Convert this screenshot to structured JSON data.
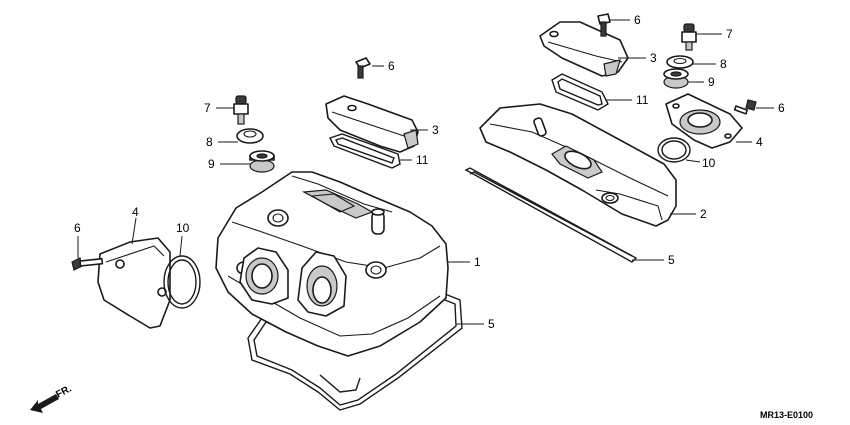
{
  "drawing_code": "MR13-E0100",
  "direction_label": "FR.",
  "callouts": [
    {
      "id": "c1",
      "text": "1"
    },
    {
      "id": "c2",
      "text": "2"
    },
    {
      "id": "c3a",
      "text": "3"
    },
    {
      "id": "c3b",
      "text": "3"
    },
    {
      "id": "c4a",
      "text": "4"
    },
    {
      "id": "c4b",
      "text": "4"
    },
    {
      "id": "c5a",
      "text": "5"
    },
    {
      "id": "c5b",
      "text": "5"
    },
    {
      "id": "c6a",
      "text": "6"
    },
    {
      "id": "c6b",
      "text": "6"
    },
    {
      "id": "c6c",
      "text": "6"
    },
    {
      "id": "c6d",
      "text": "6"
    },
    {
      "id": "c7a",
      "text": "7"
    },
    {
      "id": "c7b",
      "text": "7"
    },
    {
      "id": "c8a",
      "text": "8"
    },
    {
      "id": "c8b",
      "text": "8"
    },
    {
      "id": "c9a",
      "text": "9"
    },
    {
      "id": "c9b",
      "text": "9"
    },
    {
      "id": "c10a",
      "text": "10"
    },
    {
      "id": "c10b",
      "text": "10"
    },
    {
      "id": "c11a",
      "text": "11"
    },
    {
      "id": "c11b",
      "text": "11"
    }
  ]
}
